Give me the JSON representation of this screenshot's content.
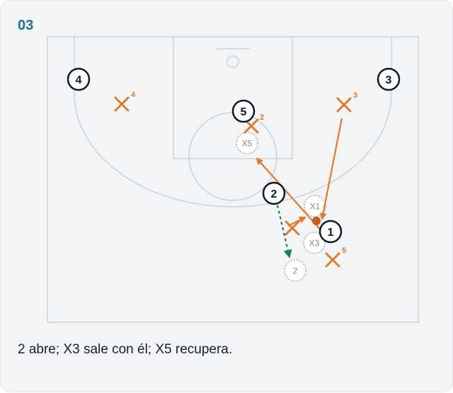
{
  "step": {
    "number": "03"
  },
  "caption": "2 abre; X3 sale con él; X5 recupera.",
  "colors": {
    "court_line": "#c5d4e1",
    "offense": "#111827",
    "defense": "#e07a2f",
    "pass": "#1f7a6a",
    "ghost": "#9aa3ad",
    "ball": "#c25e1f"
  },
  "offense": [
    {
      "label": "4"
    },
    {
      "label": "3"
    },
    {
      "label": "5"
    },
    {
      "label": "2"
    },
    {
      "label": "1"
    }
  ],
  "defense": [
    {
      "label": "4"
    },
    {
      "label": "3"
    },
    {
      "label": "2"
    },
    {
      "label": "5"
    },
    {
      "label": ""
    }
  ],
  "ghosts": [
    {
      "label": "X5"
    },
    {
      "label": "X1"
    },
    {
      "label": "X3"
    },
    {
      "label": "2"
    }
  ]
}
